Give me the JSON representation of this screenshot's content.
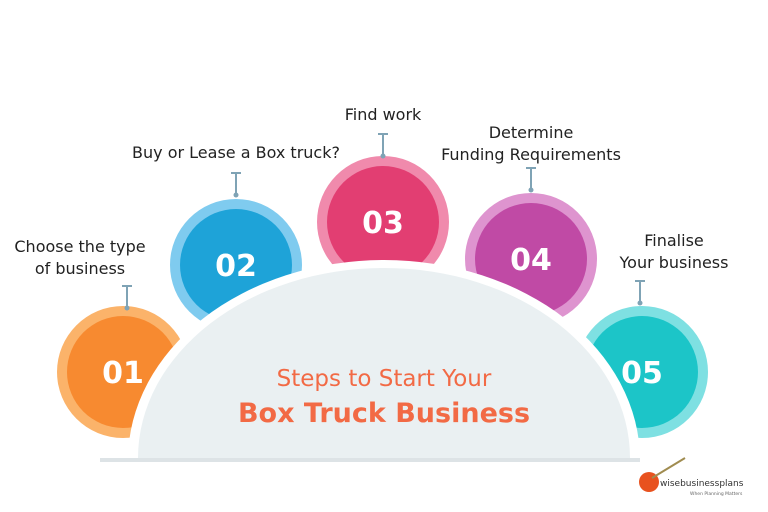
{
  "title": {
    "line1": "Steps to Start Your",
    "line2": "Box Truck Business",
    "color": "#f26a45"
  },
  "steps": [
    {
      "number": "01",
      "label_lines": [
        "Choose the type",
        "of business"
      ],
      "color": "#f78a30",
      "ring": "#fbb36a"
    },
    {
      "number": "02",
      "label_lines": [
        "Buy or Lease a Box truck?"
      ],
      "color": "#1ea3d8",
      "ring": "#7fcbef"
    },
    {
      "number": "03",
      "label_lines": [
        "Find work"
      ],
      "color": "#e23e72",
      "ring": "#f08aac"
    },
    {
      "number": "04",
      "label_lines": [
        "Determine",
        "Funding Requirements"
      ],
      "color": "#c04aa5",
      "ring": "#de94cf"
    },
    {
      "number": "05",
      "label_lines": [
        "Finalise",
        "Your business"
      ],
      "color": "#1cc5c8",
      "ring": "#7ee0e2"
    }
  ],
  "logo": {
    "brand": "wisebusinessplans",
    "tagline": "When Planning Matters"
  }
}
